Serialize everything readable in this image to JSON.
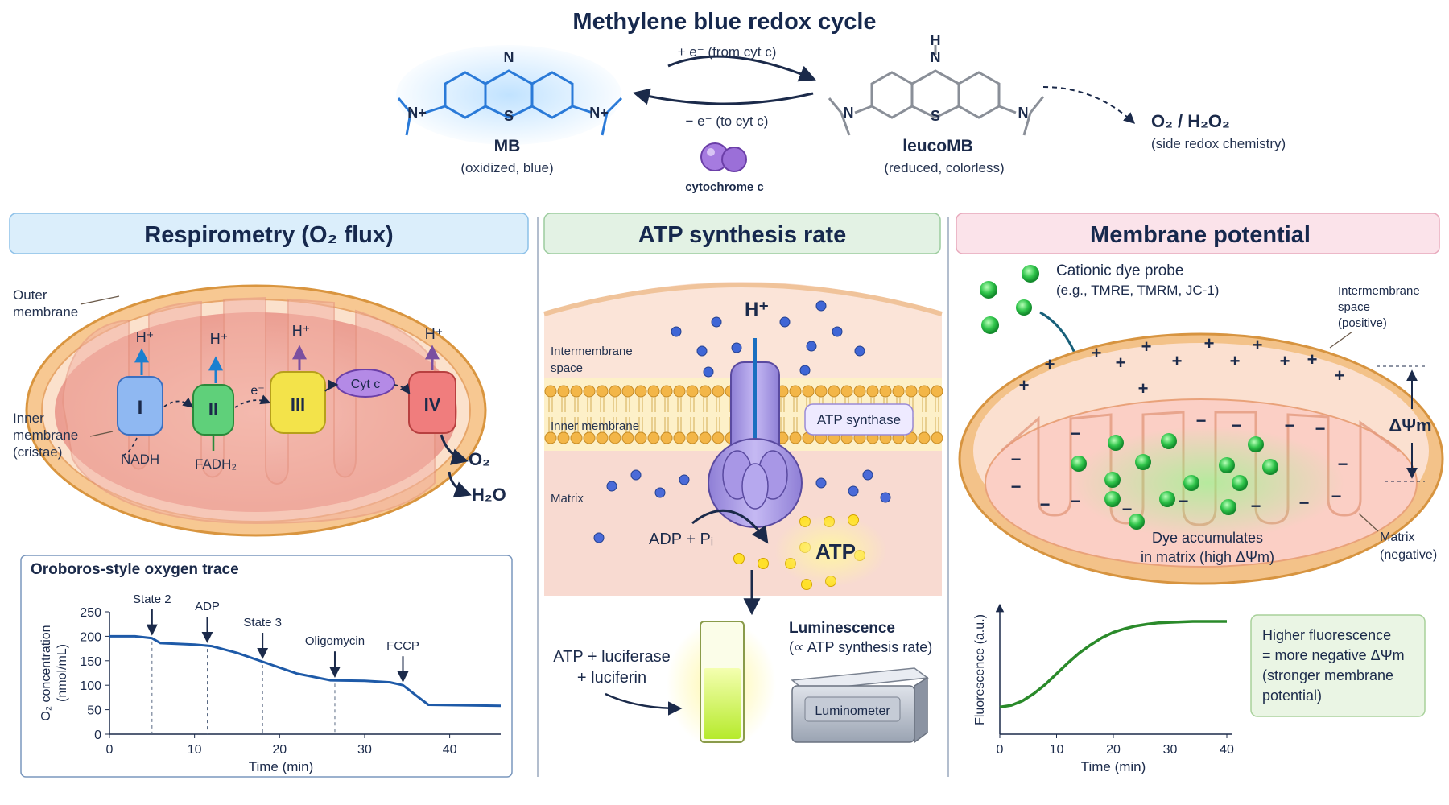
{
  "redox": {
    "title": "Methylene blue redox cycle",
    "forward_label": "+ e⁻ (from cyt c)",
    "reverse_label": "− e⁻ (to cyt c)",
    "mb_name": "MB",
    "mb_desc": "(oxidized, blue)",
    "leuco_name": "leucoMB",
    "leuco_desc": "(reduced, colorless)",
    "cyt_label": "cytochrome c",
    "side_product": "O₂ / H₂O₂",
    "side_desc": "(side redox chemistry)",
    "atoms": {
      "N": "N",
      "S": "S",
      "Nplus": "N+",
      "H": "H"
    }
  },
  "respirometry": {
    "title": "Respirometry (O₂ flux)",
    "outer_membrane": [
      "Outer",
      "membrane"
    ],
    "inner_membrane": [
      "Inner",
      "membrane",
      "(cristae)"
    ],
    "complexes": [
      "I",
      "II",
      "III",
      "IV"
    ],
    "proton": "H⁺",
    "electron": "e⁻",
    "cytc": "Cyt c",
    "nadh": "NADH",
    "fadh2": "FADH₂",
    "o2": "O₂",
    "h2o": "H₂O"
  },
  "atp": {
    "title": "ATP synthesis rate",
    "ims": [
      "Intermembrane",
      "space"
    ],
    "inner_membrane": "Inner membrane",
    "matrix": "Matrix",
    "proton": "H⁺",
    "synthase": "ATP synthase",
    "adp": "ADP + Pᵢ",
    "atp": "ATP",
    "reagents": [
      "ATP + luciferase",
      "+ luciferin"
    ],
    "luminescence": "Luminescence",
    "luminescence_desc": "(∝ ATP synthesis rate)",
    "luminometer": "Luminometer"
  },
  "potential": {
    "title": "Membrane potential",
    "probe": "Cationic dye probe",
    "probe_examples": "(e.g., TMRE, TMRM, JC-1)",
    "ims": [
      "Intermembrane",
      "space",
      "(positive)"
    ],
    "delta": "ΔΨm",
    "accum": [
      "Dye accumulates",
      "in matrix (high ΔΨm)"
    ],
    "matrix": [
      "Matrix",
      "(negative)"
    ],
    "note": [
      "Higher fluorescence",
      "= more negative ΔΨm",
      "(stronger membrane",
      "potential)"
    ]
  },
  "colors": {
    "resp_header": "#dbeefb",
    "atp_header": "#e3f2e4",
    "pot_header": "#fbe3ea",
    "trace": "#1e5aa8",
    "fluor": "#2a8a2a",
    "mb_blue": "#2a7ad8"
  },
  "chart_data": [
    {
      "type": "line",
      "title": "Oroboros-style oxygen trace",
      "xlabel": "Time (min)",
      "ylabel": "O₂ concentration (nmol/mL)",
      "xlim": [
        0,
        46
      ],
      "ylim": [
        0,
        250
      ],
      "xticks": [
        0,
        10,
        20,
        30,
        40
      ],
      "yticks": [
        0,
        50,
        100,
        150,
        200,
        250
      ],
      "grid": false,
      "series": [
        {
          "x": [
            0,
            3,
            5,
            6,
            10,
            12,
            15,
            18,
            22,
            26,
            30,
            33,
            34.5,
            36,
            37.5,
            46
          ],
          "y": [
            200,
            200,
            196,
            186,
            183,
            180,
            166,
            148,
            124,
            110,
            109,
            106,
            100,
            80,
            60,
            58
          ]
        }
      ],
      "annotations": [
        {
          "label": "State 2",
          "x": 5
        },
        {
          "label": "ADP",
          "x": 11.5
        },
        {
          "label": "State 3",
          "x": 18
        },
        {
          "label": "Oligomycin",
          "x": 26.5
        },
        {
          "label": "FCCP",
          "x": 34.5
        }
      ]
    },
    {
      "type": "line",
      "title": "",
      "xlabel": "Time (min)",
      "ylabel": "Fluorescence (a.u.)",
      "xlim": [
        0,
        40
      ],
      "xticks": [
        0,
        10,
        20,
        30,
        40
      ],
      "grid": false,
      "series": [
        {
          "x": [
            0,
            2,
            4,
            6,
            8,
            10,
            12,
            14,
            16,
            18,
            20,
            22,
            24,
            26,
            28,
            30,
            34,
            40
          ],
          "y": [
            0.05,
            0.07,
            0.12,
            0.2,
            0.3,
            0.42,
            0.54,
            0.65,
            0.74,
            0.82,
            0.88,
            0.92,
            0.95,
            0.97,
            0.985,
            0.99,
            1.0,
            1.0
          ]
        }
      ]
    }
  ]
}
